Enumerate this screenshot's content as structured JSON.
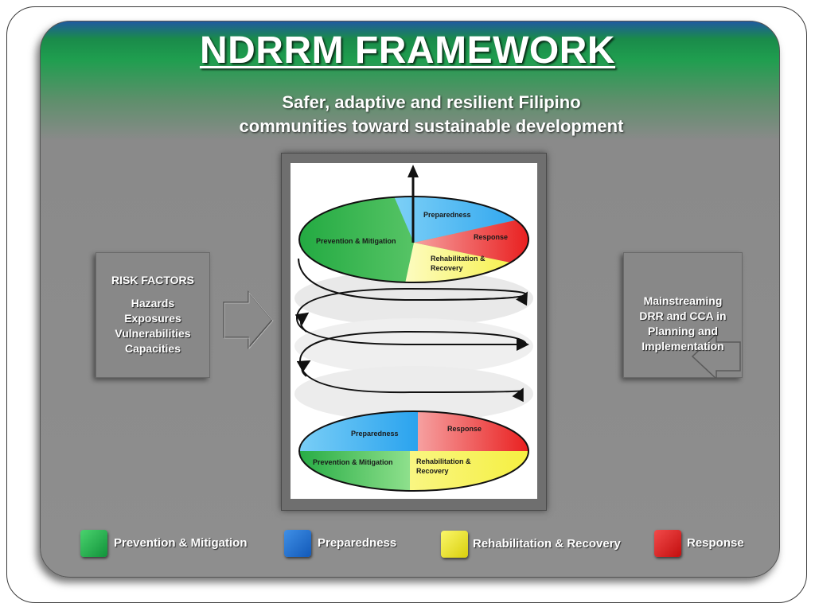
{
  "slide": {
    "title": "NDRRM FRAMEWORK",
    "subtitle_line1": "Safer, adaptive and resilient Filipino",
    "subtitle_line2": "communities toward sustainable development"
  },
  "risk_factors": {
    "heading": "RISK FACTORS",
    "items": [
      "Hazards",
      "Exposures",
      "Vulnerabilities",
      "Capacities"
    ]
  },
  "mainstreaming": {
    "lines": [
      "Mainstreaming",
      "DRR and CCA in",
      "Planning and",
      "Implementation"
    ]
  },
  "diagram": {
    "top_cycle": {
      "prevention": "Prevention & Mitigation",
      "preparedness": "Preparedness",
      "response": "Response",
      "rehab_line1": "Rehabilitation &",
      "rehab_line2": "Recovery"
    },
    "bottom_cycle": {
      "prevention": "Prevention & Mitigation",
      "preparedness": "Preparedness",
      "response": "Response",
      "rehab_line1": "Rehabilitation &",
      "rehab_line2": "Recovery"
    }
  },
  "legend": [
    {
      "label": "Prevention &  Mitigation",
      "color": "#1db34a",
      "icon": "green-square-icon"
    },
    {
      "label": "Preparedness",
      "color": "#1f6fd1",
      "icon": "blue-square-icon"
    },
    {
      "label": "Rehabilitation & Recovery",
      "color": "#f2ec1a",
      "icon": "yellow-square-icon"
    },
    {
      "label": "Response",
      "color": "#e52121",
      "icon": "red-square-icon"
    }
  ],
  "colors": {
    "green": "#1db34a",
    "blue": "#29aaf2",
    "yellow": "#fbf97a",
    "red": "#ef2020"
  }
}
